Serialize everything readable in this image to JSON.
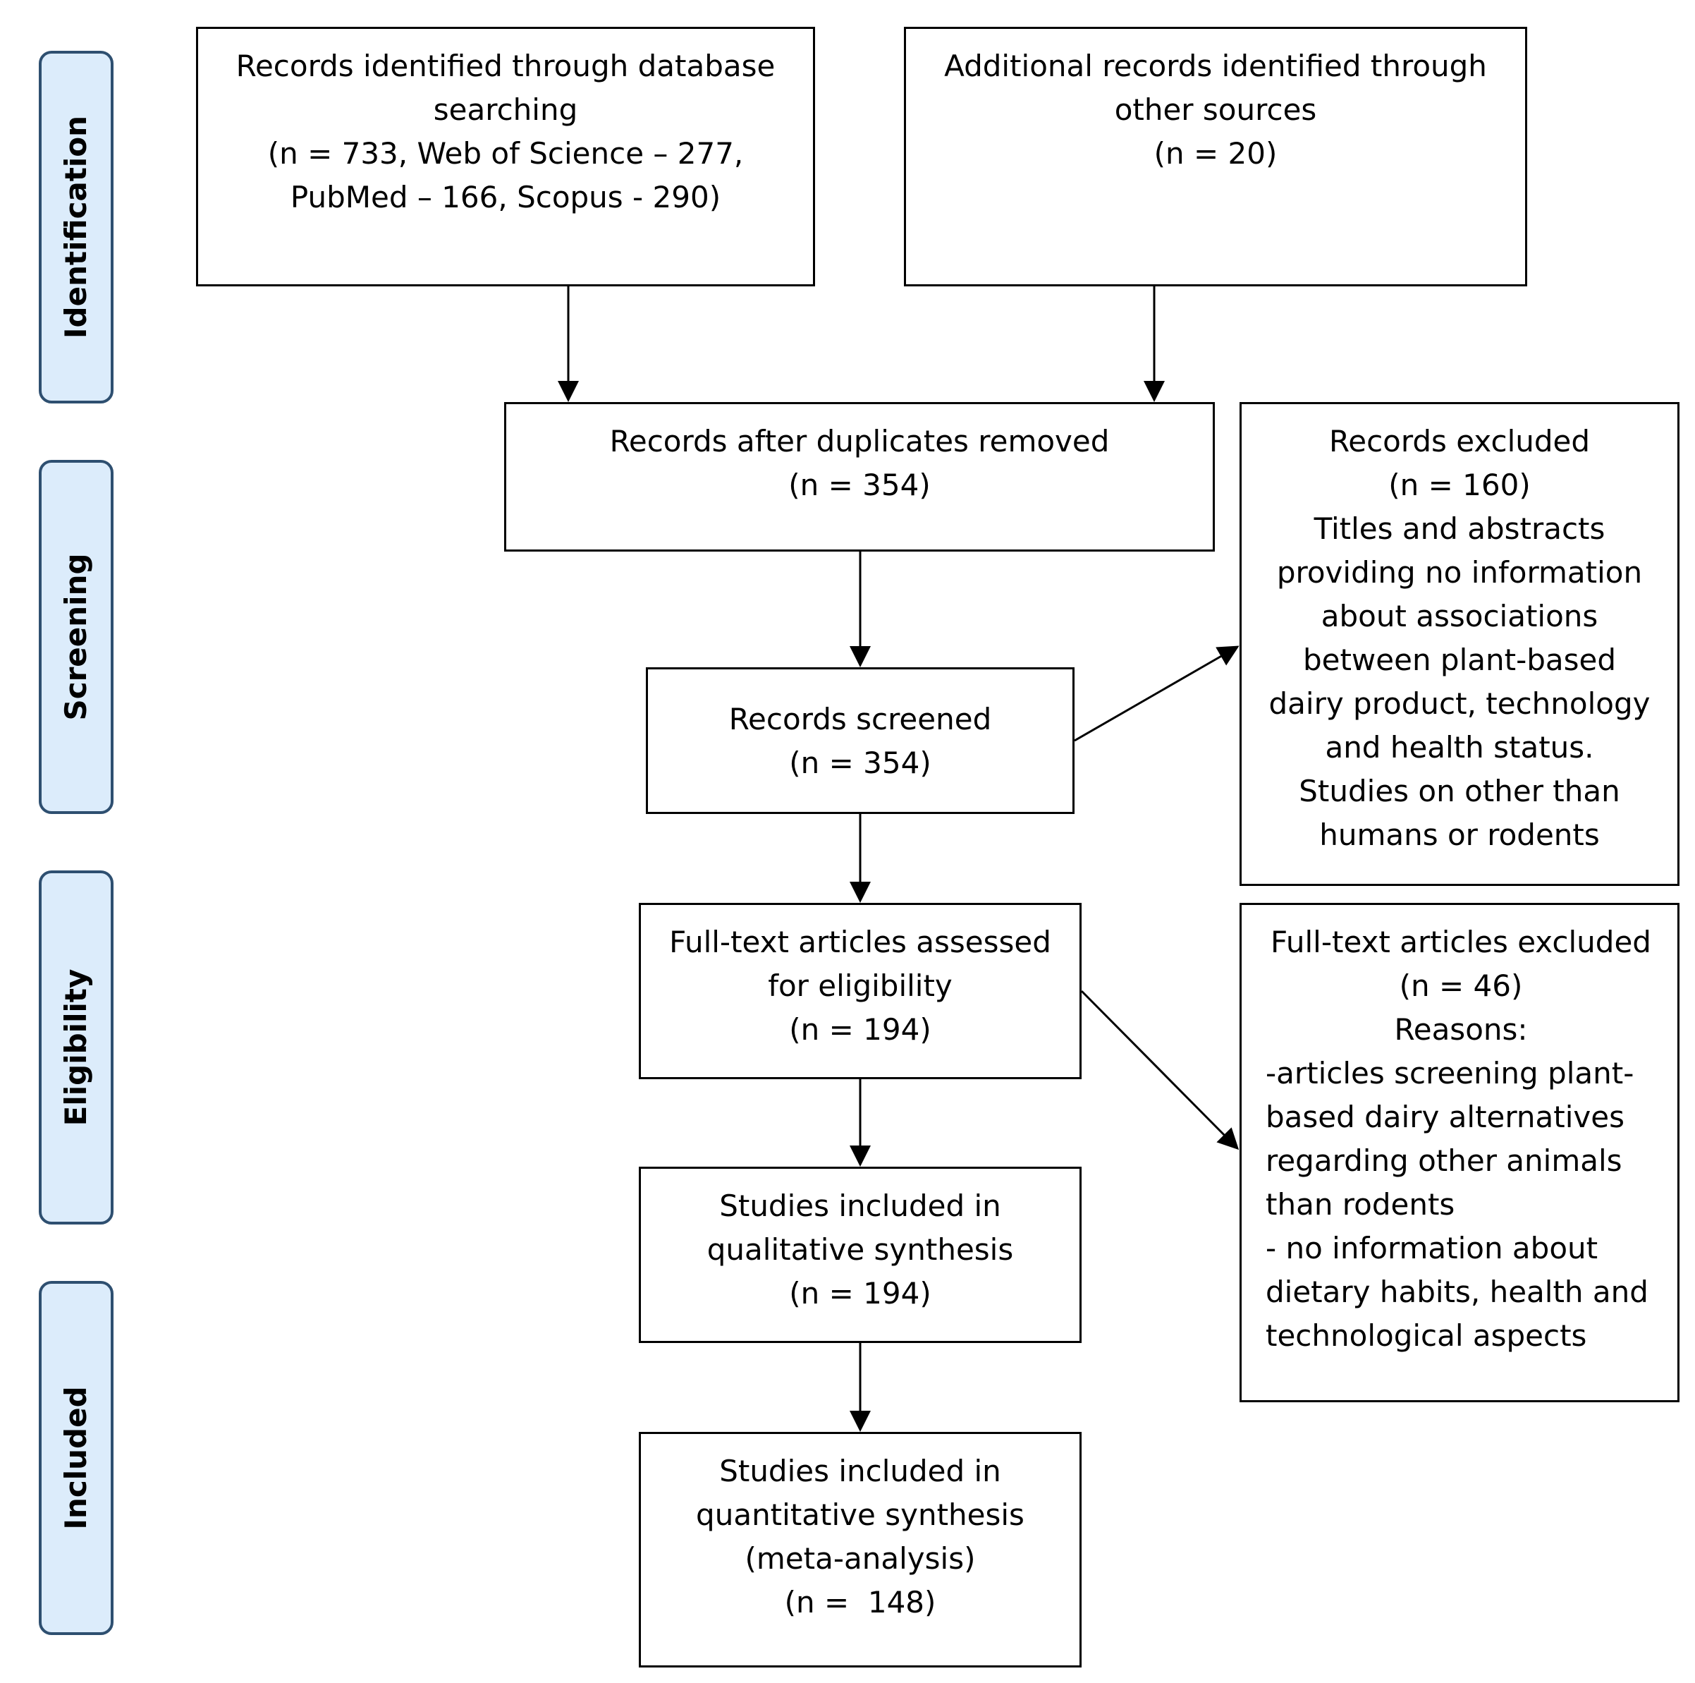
{
  "phases": {
    "identification": "Identification",
    "screening": "Screening",
    "eligibility": "Eligibility",
    "included": "Included"
  },
  "boxes": {
    "database_records": {
      "lines": [
        "Records identified through database",
        "searching",
        "(n = 733, Web of Science – 277,",
        "PubMed – 166, Scopus - 290)"
      ]
    },
    "other_records": {
      "lines": [
        "Additional records identified through",
        "other sources",
        "(n = 20)"
      ]
    },
    "duplicates_removed": {
      "lines": [
        "Records after duplicates removed",
        "(n = 354)"
      ]
    },
    "records_excluded": {
      "lines": [
        "Records excluded",
        "(n = 160)",
        "Titles and abstracts",
        "providing no information",
        "about associations",
        "between plant-based",
        "dairy product, technology",
        "and health status.",
        "Studies on other than",
        "humans or rodents"
      ]
    },
    "records_screened": {
      "lines": [
        "Records screened",
        "(n = 354)"
      ]
    },
    "fulltext_assessed": {
      "lines": [
        "Full-text articles assessed",
        "for eligibility",
        "(n = 194)"
      ]
    },
    "fulltext_excluded": {
      "lines": [
        "Full-text articles excluded",
        "(n = 46)",
        "Reasons:",
        "-articles screening plant-",
        "based dairy alternatives",
        "regarding other animals",
        "than rodents",
        "- no information about",
        "dietary habits, health and",
        "technological aspects"
      ]
    },
    "qualitative": {
      "lines": [
        "Studies included in",
        "qualitative synthesis",
        "(n = 194)"
      ]
    },
    "quantitative": {
      "lines": [
        "Studies included in",
        "quantitative synthesis",
        "(meta-analysis)",
        "(n =  148)"
      ]
    }
  },
  "colors": {
    "phase_fill": "#dcecfb",
    "phase_border": "#2e4f70",
    "box_border": "#000000"
  }
}
